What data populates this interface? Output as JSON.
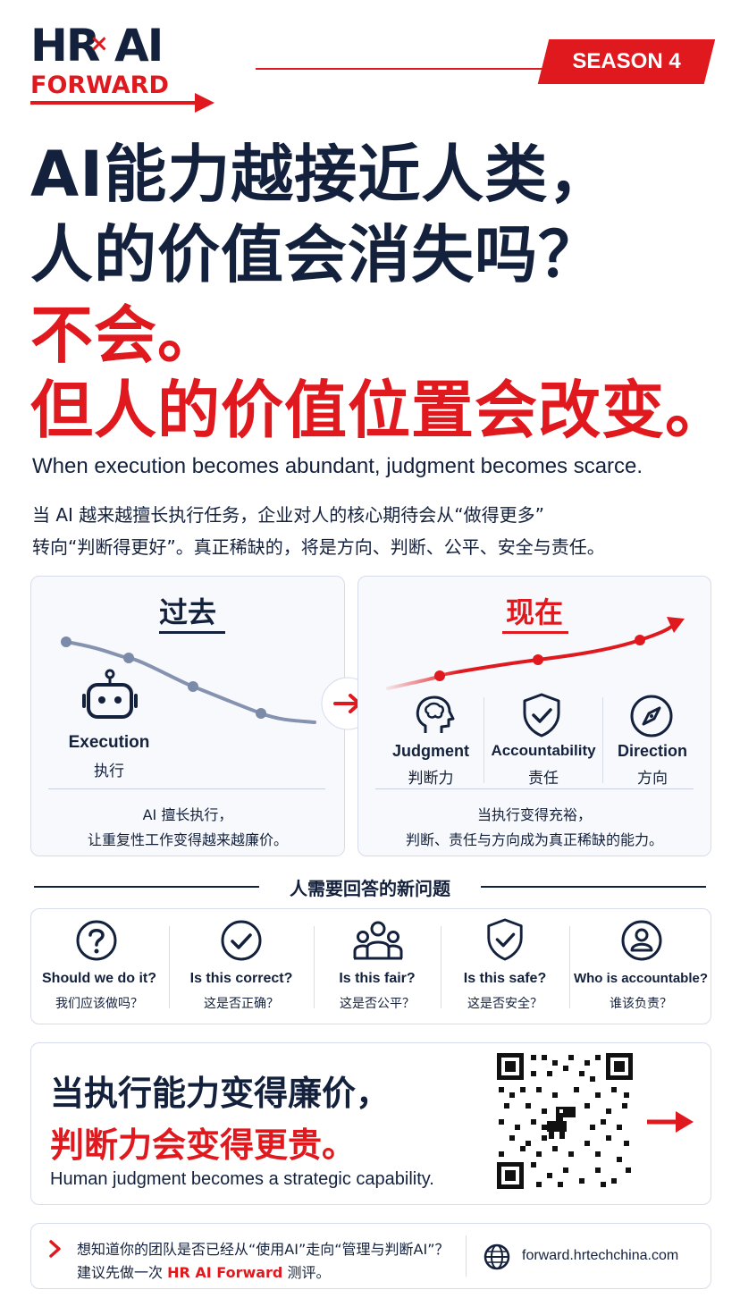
{
  "brand": {
    "hr": "HR",
    "x": "×",
    "ai": "AI",
    "forward": "FORWARD",
    "season": "SEASON 4"
  },
  "headline": {
    "line1": "AI能力越接近人类，",
    "line2": "人的价值会消失吗？",
    "answer1": "不会。",
    "answer2": "但人的价值位置会改变。"
  },
  "subtitle_en": "When execution becomes abundant, judgment becomes scarce.",
  "description": {
    "line1": "当 AI 越来越擅长执行任务，企业对人的核心期待会从“做得更多”",
    "line2": "转向“判断得更好”。真正稀缺的，将是方向、判断、公平、安全与责任。"
  },
  "past": {
    "title": "过去",
    "label_en": "Execution",
    "label_cn": "执行",
    "caption1": "AI 擅长执行，",
    "caption2": "让重复性工作变得越来越廉价。"
  },
  "now": {
    "title": "现在",
    "items": [
      {
        "en": "Judgment",
        "cn": "判断力",
        "icon": "brain-icon"
      },
      {
        "en": "Accountability",
        "cn": "责任",
        "icon": "shield-check-icon"
      },
      {
        "en": "Direction",
        "cn": "方向",
        "icon": "compass-icon"
      }
    ],
    "caption1": "当执行变得充裕，",
    "caption2": "判断、责任与方向成为真正稀缺的能力。"
  },
  "questions_title": "人需要回答的新问题",
  "questions": [
    {
      "en": "Should we do it?",
      "cn": "我们应该做吗？",
      "icon": "question-icon"
    },
    {
      "en": "Is this correct?",
      "cn": "这是否正确？",
      "icon": "check-circle-icon"
    },
    {
      "en": "Is this fair?",
      "cn": "这是否公平？",
      "icon": "people-icon"
    },
    {
      "en": "Is this safe?",
      "cn": "这是否安全？",
      "icon": "shield-check-icon"
    },
    {
      "en": "Who is accountable?",
      "cn": "谁该负责？",
      "icon": "person-icon"
    }
  ],
  "banner": {
    "line1": "当执行能力变得廉价，",
    "line2": "判断力会变得更贵。",
    "en": "Human judgment becomes a strategic capability."
  },
  "footer": {
    "line1": "想知道你的团队是否已经从“使用AI”走向“管理与判断AI”？",
    "line2_prefix": "建议先做一次",
    "line2_brand": "HR AI Forward",
    "line2_suffix": "测评。",
    "url": "forward.hrtechchina.com"
  },
  "colors": {
    "navy": "#14213d",
    "red": "#e0191f",
    "slate": "#7a8aa8"
  }
}
